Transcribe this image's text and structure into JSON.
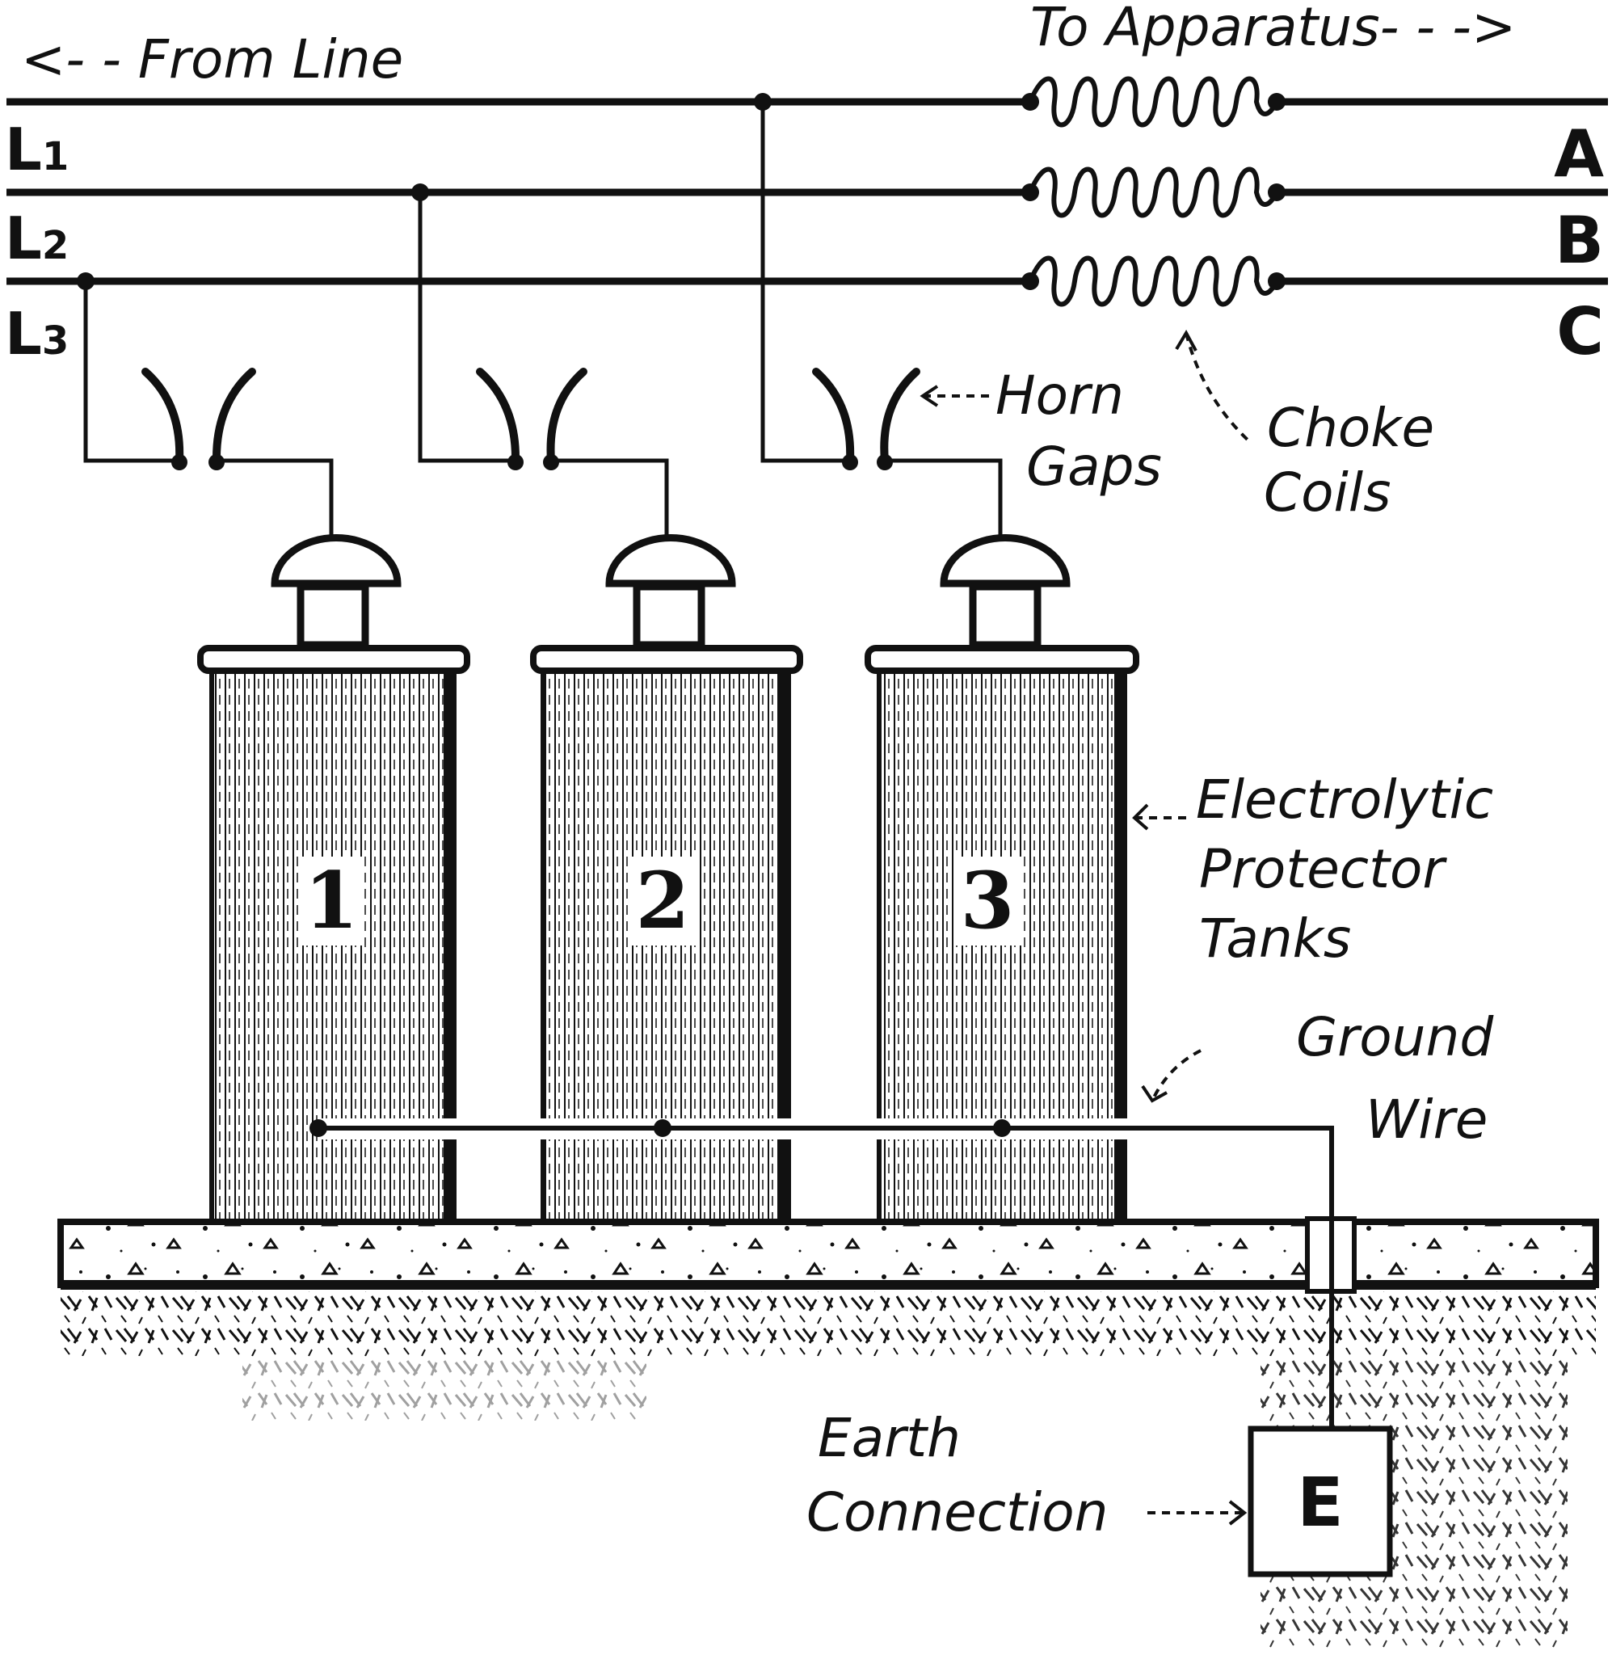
{
  "labels": {
    "from_line": "<- - From Line",
    "to_apparatus": "To Apparatus- - ->",
    "horn_gaps": [
      "Horn",
      "Gaps"
    ],
    "choke_coils": [
      "Choke",
      "Coils"
    ],
    "tanks": [
      "Electrolytic",
      "Protector",
      "Tanks"
    ],
    "ground_wire": [
      "Ground",
      "Wire"
    ],
    "earth_connection": [
      "Earth",
      "Connection"
    ]
  },
  "lines": [
    {
      "id": "L1",
      "main": "L",
      "sub": "1",
      "phase": "A"
    },
    {
      "id": "L2",
      "main": "L",
      "sub": "2",
      "phase": "B"
    },
    {
      "id": "L3",
      "main": "L",
      "sub": "3",
      "phase": "C"
    }
  ],
  "tanks": [
    "1",
    "2",
    "3"
  ],
  "earth_box": "E",
  "colors": {
    "ink": "#111111",
    "paper": "#ffffff"
  }
}
